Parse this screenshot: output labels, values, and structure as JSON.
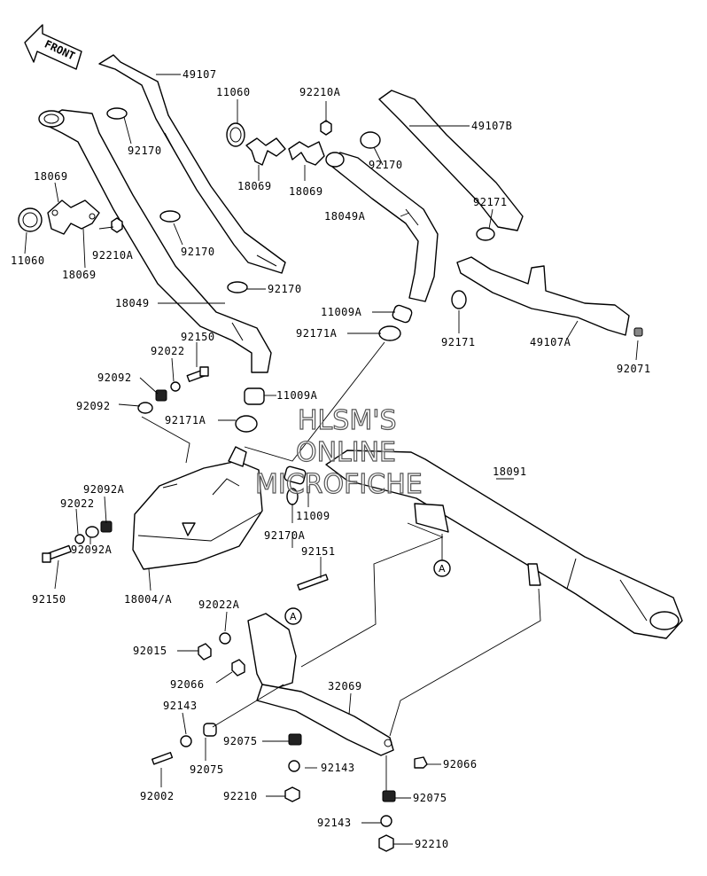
{
  "front_label": "FRONT",
  "watermark": {
    "line1": "HLSM'S",
    "line2": "ONLINE",
    "line3": "MICROFICHE"
  },
  "ref_marks": [
    "A",
    "A"
  ],
  "labels": [
    {
      "id": "49107",
      "text": "49107"
    },
    {
      "id": "11060-top",
      "text": "11060"
    },
    {
      "id": "92210A-top",
      "text": "92210A"
    },
    {
      "id": "49107B",
      "text": "49107B"
    },
    {
      "id": "92170-1",
      "text": "92170"
    },
    {
      "id": "18069-mid1",
      "text": "18069"
    },
    {
      "id": "18069-mid2",
      "text": "18069"
    },
    {
      "id": "92170-right",
      "text": "92170"
    },
    {
      "id": "18069-left",
      "text": "18069"
    },
    {
      "id": "18049A",
      "text": "18049A"
    },
    {
      "id": "92171-top",
      "text": "92171"
    },
    {
      "id": "92170-2",
      "text": "92170"
    },
    {
      "id": "11060-left",
      "text": "11060"
    },
    {
      "id": "92210A-left",
      "text": "92210A"
    },
    {
      "id": "18069-bottom",
      "text": "18069"
    },
    {
      "id": "92170-3",
      "text": "92170"
    },
    {
      "id": "18049",
      "text": "18049"
    },
    {
      "id": "11009A-top",
      "text": "11009A"
    },
    {
      "id": "92171A-top",
      "text": "92171A"
    },
    {
      "id": "92171-right",
      "text": "92171"
    },
    {
      "id": "49107A",
      "text": "49107A"
    },
    {
      "id": "92150-top",
      "text": "92150"
    },
    {
      "id": "92022-top",
      "text": "92022"
    },
    {
      "id": "92071",
      "text": "92071"
    },
    {
      "id": "92092-1",
      "text": "92092"
    },
    {
      "id": "11009A-mid",
      "text": "11009A"
    },
    {
      "id": "92092-2",
      "text": "92092"
    },
    {
      "id": "92171A-mid",
      "text": "92171A"
    },
    {
      "id": "18091",
      "text": "18091"
    },
    {
      "id": "92092A-1",
      "text": "92092A"
    },
    {
      "id": "92022-left",
      "text": "92022"
    },
    {
      "id": "11009",
      "text": "11009"
    },
    {
      "id": "92170A",
      "text": "92170A"
    },
    {
      "id": "92092A-2",
      "text": "92092A"
    },
    {
      "id": "92151",
      "text": "92151"
    },
    {
      "id": "92150-bottom",
      "text": "92150"
    },
    {
      "id": "18004A",
      "text": "18004/A"
    },
    {
      "id": "92022A",
      "text": "92022A"
    },
    {
      "id": "92015",
      "text": "92015"
    },
    {
      "id": "92066-left",
      "text": "92066"
    },
    {
      "id": "32069",
      "text": "32069"
    },
    {
      "id": "92143-left",
      "text": "92143"
    },
    {
      "id": "92075-mid",
      "text": "92075"
    },
    {
      "id": "92075-left",
      "text": "92075"
    },
    {
      "id": "92066-right",
      "text": "92066"
    },
    {
      "id": "92143-mid",
      "text": "92143"
    },
    {
      "id": "92002",
      "text": "92002"
    },
    {
      "id": "92210-mid",
      "text": "92210"
    },
    {
      "id": "92075-right",
      "text": "92075"
    },
    {
      "id": "92143-bottom",
      "text": "92143"
    },
    {
      "id": "92210-bottom",
      "text": "92210"
    }
  ]
}
